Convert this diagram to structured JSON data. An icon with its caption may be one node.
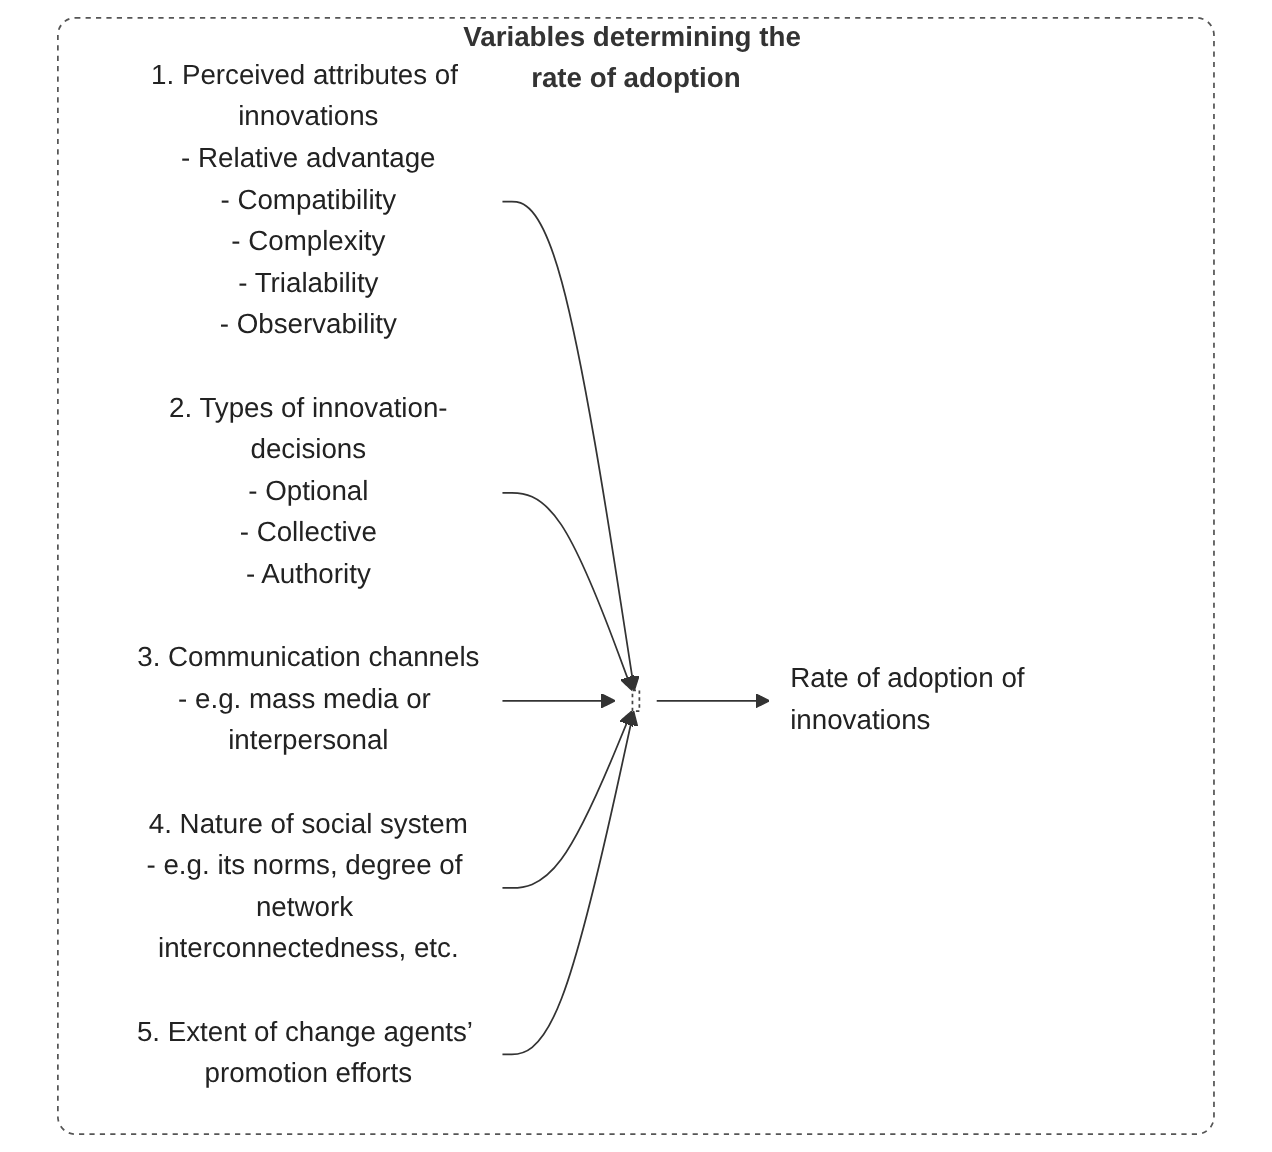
{
  "diagram": {
    "nodes": [
      {
        "text": [
          "Variables determining the rate of adoption"
        ]
      },
      {
        "text": [
          "1. Perceived attributes of innovations",
          "- Relative advantage",
          "- Compatibility",
          "- Complexity",
          "- Trialability",
          "- Observability"
        ],
        "in": 0
      },
      {
        "text": [
          "2. Types of innovation-decisions",
          "- Optional",
          "- Collective",
          "- Authority"
        ],
        "in": 0
      },
      {
        "text": [
          "3. Communication channels",
          "- e.g. mass media or interpersonal"
        ],
        "in": 0
      },
      {
        "text": [
          "4. Nature of social system",
          "- e.g. its norms, degree of network interconnectedness, etc."
        ],
        "in": 0
      },
      {
        "text": [
          "5. Extent of change agents’ promotion efforts"
        ],
        "in": 0
      },
      {
        "text": [],
        "shape": "bar",
        "in": 0
      },
      {
        "text": [
          "Rate of adoption of innovations"
        ],
        "in": 0
      }
    ],
    "edges": [
      {
        "from": 1,
        "to": 6,
        "arrow": "to"
      },
      {
        "from": 2,
        "to": 6,
        "arrow": "to"
      },
      {
        "from": 3,
        "to": 6,
        "arrow": "to"
      },
      {
        "from": 4,
        "to": 6,
        "arrow": "to"
      },
      {
        "from": 5,
        "to": 6,
        "arrow": "to"
      },
      {
        "from": 6,
        "to": 7,
        "arrow": "to"
      }
    ]
  }
}
